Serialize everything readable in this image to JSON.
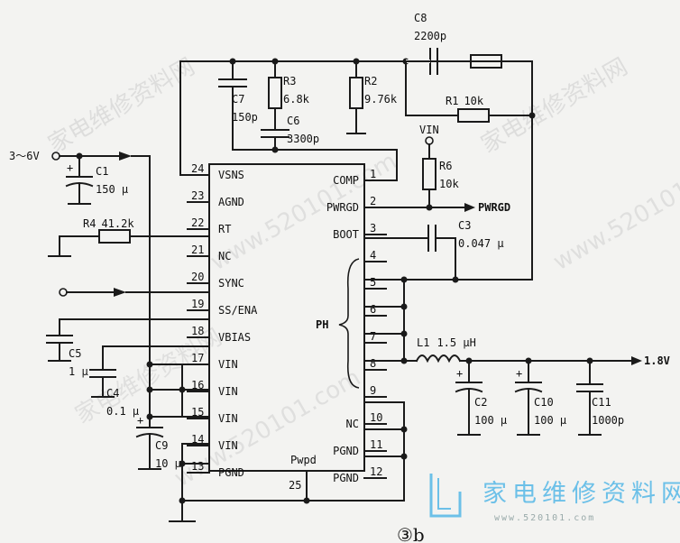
{
  "figure": {
    "caption": "③b"
  },
  "ic": {
    "left_pins": [
      {
        "num": "24",
        "name": "VSNS"
      },
      {
        "num": "23",
        "name": "AGND"
      },
      {
        "num": "22",
        "name": "RT"
      },
      {
        "num": "21",
        "name": "NC"
      },
      {
        "num": "20",
        "name": "SYNC"
      },
      {
        "num": "19",
        "name": "SS/ENA"
      },
      {
        "num": "18",
        "name": "VBIAS"
      },
      {
        "num": "17",
        "name": "VIN"
      },
      {
        "num": "16",
        "name": "VIN"
      },
      {
        "num": "15",
        "name": "VIN"
      },
      {
        "num": "14",
        "name": "VIN"
      },
      {
        "num": "13",
        "name": "PGND"
      }
    ],
    "right_pins": [
      {
        "num": "1",
        "name": "COMP"
      },
      {
        "num": "2",
        "name": "PWRGD"
      },
      {
        "num": "3",
        "name": "BOOT"
      },
      {
        "num": "4",
        "name": ""
      },
      {
        "num": "5",
        "name": ""
      },
      {
        "num": "6",
        "name": ""
      },
      {
        "num": "7",
        "name": ""
      },
      {
        "num": "8",
        "name": ""
      },
      {
        "num": "9",
        "name": ""
      },
      {
        "num": "10",
        "name": "NC"
      },
      {
        "num": "11",
        "name": "PGND"
      },
      {
        "num": "12",
        "name": "PGND"
      }
    ],
    "ph_label": "PH",
    "pwpd_label": "Pwpd",
    "pwpd_num": "25"
  },
  "components": {
    "c8": {
      "ref": "C8",
      "value": "2200p"
    },
    "r3": {
      "ref": "R3",
      "value": "6.8k"
    },
    "r2": {
      "ref": "R2",
      "value": "9.76k"
    },
    "c7": {
      "ref": "C7",
      "value": "150p"
    },
    "c6": {
      "ref": "C6",
      "value": "3300p"
    },
    "r1": {
      "ref": "R1",
      "value": "10k"
    },
    "r6": {
      "ref": "R6",
      "value": "10k"
    },
    "c1": {
      "ref": "C1",
      "value": "150 μ"
    },
    "r4": {
      "ref": "R4",
      "value": "41.2k"
    },
    "c5": {
      "ref": "C5",
      "value": "1 μ"
    },
    "c4": {
      "ref": "C4",
      "value": "0.1 μ"
    },
    "c9": {
      "ref": "C9",
      "value": "10 μ"
    },
    "c3": {
      "ref": "C3",
      "value": "0.047 μ"
    },
    "l1": {
      "ref": "L1",
      "value": "1.5 μH"
    },
    "c2": {
      "ref": "C2",
      "value": "100 μ"
    },
    "c10": {
      "ref": "C10",
      "value": "100 μ"
    },
    "c11": {
      "ref": "C11",
      "value": "1000p"
    }
  },
  "nets": {
    "vin_in": "3～6V",
    "vin_label": "VIN",
    "pwrgd_out": "PWRGD",
    "vout": "1.8V"
  },
  "watermark": {
    "text_cn": "家电维修资料网",
    "text_url": "www.520101.com",
    "logo_cn": "家电维修资料网",
    "logo_url": "www.520101.com"
  }
}
